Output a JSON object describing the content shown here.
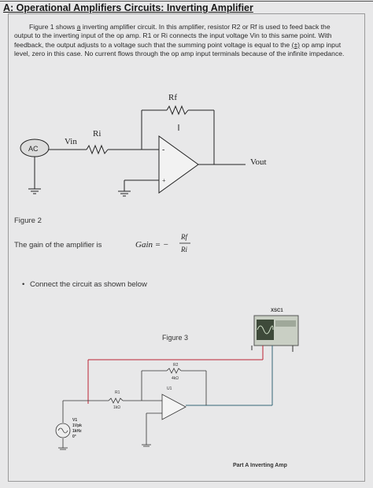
{
  "heading": "A: Operational Amplifiers Circuits: Inverting Amplifier",
  "paragraph": {
    "part1": "Figure 1 shows ",
    "underlined_a": "a",
    "part2": " inverting amplifier circuit. In this amplifier, resistor R2 or Rf is used to feed back the output to the inverting input of the op amp. R1 or Ri connects the input voltage Vin to this same point. With feedback, the output adjusts to a voltage such that the summing point voltage is equal to the ",
    "underlined_pm": "(±)",
    "part3": " op amp input level, zero in this case. No current flows through the op amp input terminals because of the infinite impedance."
  },
  "figure2": {
    "rf_label": "Rf",
    "ri_label": "Ri",
    "vin_label": "Vin",
    "source_label": "AC",
    "vout_label": "Vout",
    "minus_sign": "-",
    "plus_sign": "+",
    "caption": "Figure 2"
  },
  "gain": {
    "sentence": "The gain of the amplifier is",
    "lhs": "Gain = −",
    "numerator": "Rf",
    "denominator": "Ri"
  },
  "bullet_text": "Connect the circuit as shown below",
  "figure3": {
    "caption": "Figure 3",
    "scope_label": "XSC1",
    "r2_name": "R2",
    "r2_value": "4kΩ",
    "r1_name": "R1",
    "r1_value": "1kΩ",
    "opamp_name": "U1",
    "source_name": "V1",
    "source_amp": "1Vpk",
    "source_freq": "1kHz",
    "source_phase": "0°",
    "part_caption": "Part A Inverting Amp"
  }
}
